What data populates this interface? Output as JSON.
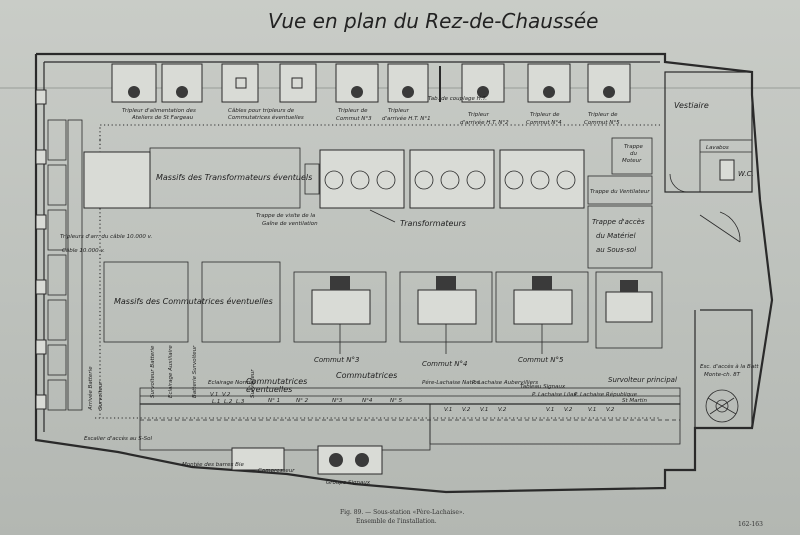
{
  "title": "Vue en plan du Rez-de-Chaussée",
  "top_labels": {
    "tripleur_alim": [
      "Tripleur d'alimentation des",
      "Ateliers de St Fargeau"
    ],
    "cables": [
      "Câbles pour tripleurs de",
      "Commutatrices éventuelles"
    ],
    "tripleur_commut3": [
      "Tripleur de",
      "Commut N°3"
    ],
    "tripleur_arrivee1": [
      "Tripleur",
      "d'arrivée H.T. N°1"
    ],
    "tab_couplage": "Tab. de couplage H.T.",
    "tripleur_arrivee2": [
      "Tripleur",
      "d'arrivée H.T. N°2"
    ],
    "tripleur_commut4": [
      "Tripleur de",
      "Commut N°4"
    ],
    "tripleur_commut5": [
      "Tripleur de",
      "Commut N°5"
    ]
  },
  "rooms": {
    "vestiaire": "Vestiaire",
    "lavabos": "Lavabos",
    "wc": "W.C.",
    "trappe_moteur": [
      "Trappe",
      "du",
      "Moteur"
    ],
    "trappe_ventilateur": "Trappe du Ventilateur",
    "trappe_materiel": [
      "Trappe d'accès",
      "du Matériel",
      "au Sous-sol"
    ]
  },
  "transformers": {
    "massifs": "Massifs des Transformateurs éventuels",
    "trappe_visite": [
      "Trappe de visite de la",
      "Gaîne de ventilation"
    ],
    "transformateurs": "Transformateurs"
  },
  "left_labels": {
    "tripleur_cable": "Tripleurs d'arr. du câble 10.000 v.",
    "cable": "Câble 10.000 v."
  },
  "commutatrices": {
    "massifs": "Massifs des Commutatrices éventuelles",
    "commut3": "Commut N°3",
    "commut4": "Commut N°4",
    "commut5": "Commut N°5",
    "survolteur": "Survolteur principal"
  },
  "escalier": {
    "acces_batt": [
      "Esc. d'accès à la Batt",
      "Monte-ch. 8T"
    ]
  },
  "tableau": {
    "commutatrices_ev": [
      "Commutatrices",
      "éventuelles"
    ],
    "commutatrices": "Commutatrices",
    "numbers": [
      "N° 1",
      "N° 2",
      "N°3",
      "N°4",
      "N° 5"
    ],
    "feeders": [
      "Pére-Lachaise Nation",
      "P. Lachaise Aubervilliers",
      "Tableau Signaux",
      "P. Lachaise Lilas",
      "P. Lachaise République",
      "St Martin"
    ],
    "sub_a": [
      "V.1",
      "V.2",
      "V.1",
      "V.2",
      "V.1",
      "V.2",
      "V.1",
      "V.2"
    ],
    "left_vert": [
      "Survolteur Batterie",
      "Eclairage Auxiliaire",
      "Batterie Survolteur",
      "Eclairage Normal"
    ],
    "left_sub": [
      "V.1",
      "V.2",
      "L.1",
      "L.2",
      "L.3",
      "Survolteur"
    ],
    "gauge_labels": [
      "Arrivée Batterie",
      "Survolteur"
    ],
    "escalier_sous_sol": "Escalier d'accès au S-Sol",
    "montee_barres": "Montée des barres Bie",
    "compresseur": "Compresseur",
    "groupe_signaux": "Groupe Signaux"
  },
  "caption": {
    "line1": "Fig. 89. — Sous-station «Père-Lachaise».",
    "line2": "Ensemble de l'installation.",
    "page": "162-163"
  }
}
